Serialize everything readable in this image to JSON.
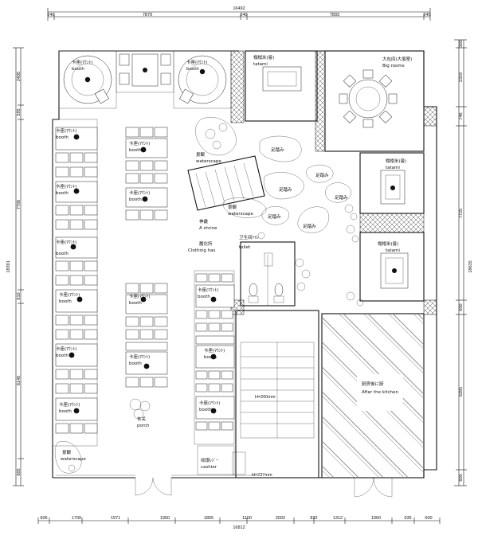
{
  "plan": {
    "dims_top": {
      "total": "16492",
      "segments": [
        "240",
        "7879",
        "240",
        "7893",
        "240"
      ]
    },
    "dims_bottom": {
      "total": "16812",
      "segments": [
        "605",
        "1700",
        "1971",
        "1950",
        "1855",
        "1100",
        "2002",
        "832",
        "1312",
        "1960",
        "935",
        "600"
      ]
    },
    "dims_left": {
      "total": "18391",
      "segments": [
        "2405",
        "595",
        "7796",
        "610",
        "6140",
        "605"
      ]
    },
    "dims_right": {
      "total": "18635",
      "segments": [
        "300",
        "2319",
        "746",
        "7725",
        "600",
        "6395",
        "600"
      ]
    },
    "booth_label_jp": "卡座(ﾏｳﾝﾄ)",
    "booth_label_en": "booth",
    "rooms": {
      "tatami_top": {
        "jp": "榻榻米(曼)",
        "en": "tatami"
      },
      "big_room": {
        "jp": "大包间(大個室)",
        "en": "Big rooms"
      },
      "tatami_mid": {
        "jp": "榻榻米(曼)",
        "en": "tatami"
      },
      "tatami_low": {
        "jp": "榻榻米(曼)",
        "en": "tatami"
      },
      "waterscape_a": {
        "jp": "景観",
        "en": "waterscape"
      },
      "waterscape_b": {
        "jp": "景観",
        "en": "waterscape"
      },
      "waterscape_c": {
        "jp": "景観",
        "en": "waterscape"
      },
      "shrine": {
        "jp": "神龕",
        "en": "A shrine"
      },
      "toilet": {
        "jp": "卫生间ﾄｲﾚ",
        "en": "toilet"
      },
      "clothing": {
        "jp": "履化所",
        "en": "Clothing has"
      },
      "porch": {
        "jp": "玄关",
        "en": "porch"
      },
      "cashier": {
        "jp": "收银ﾚｼﾞｰ",
        "en": "cashier"
      },
      "kitchen": {
        "jp": "厨房後に厨",
        "en": "After the kitchen"
      }
    },
    "stepping_stone": "足踏み",
    "stair_note_1": "H=200mm",
    "stair_note_2": "H=237mm"
  }
}
